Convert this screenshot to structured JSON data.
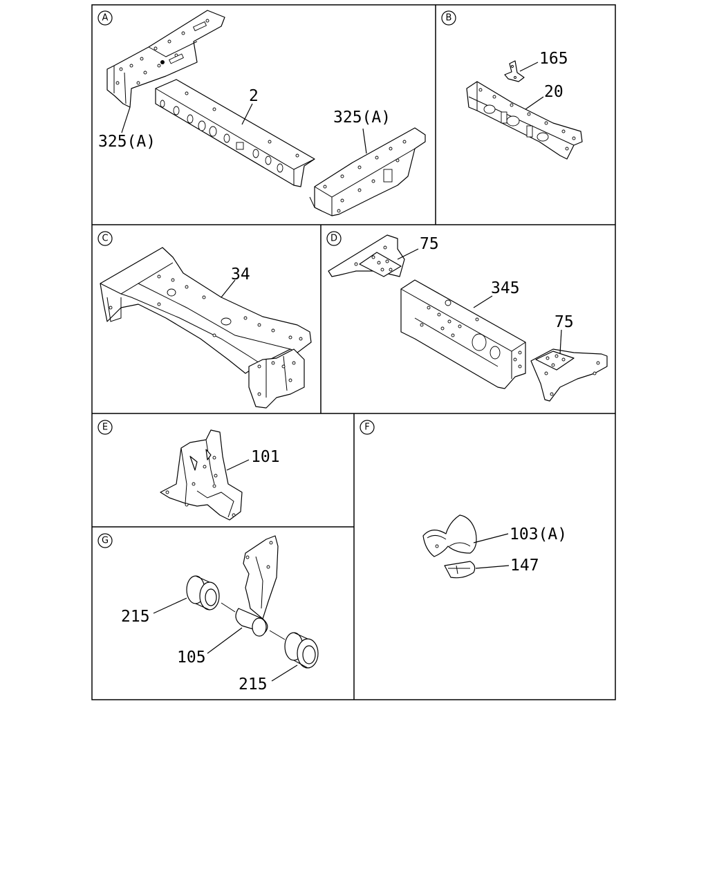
{
  "sections": {
    "A": {
      "badge": "A",
      "labels": {
        "part_325a_left": "325(A)",
        "part_2": "2",
        "part_325a_right": "325(A)"
      }
    },
    "B": {
      "badge": "B",
      "labels": {
        "part_165": "165",
        "part_20": "20"
      }
    },
    "C": {
      "badge": "C",
      "labels": {
        "part_34": "34"
      }
    },
    "D": {
      "badge": "D",
      "labels": {
        "part_75_top": "75",
        "part_345": "345",
        "part_75_bottom": "75"
      }
    },
    "E": {
      "badge": "E",
      "labels": {
        "part_101": "101"
      }
    },
    "F": {
      "badge": "F",
      "labels": {
        "part_103a": "103(A)",
        "part_147": "147"
      }
    },
    "G": {
      "badge": "G",
      "labels": {
        "part_215_top": "215",
        "part_105": "105",
        "part_215_bottom": "215"
      }
    }
  }
}
